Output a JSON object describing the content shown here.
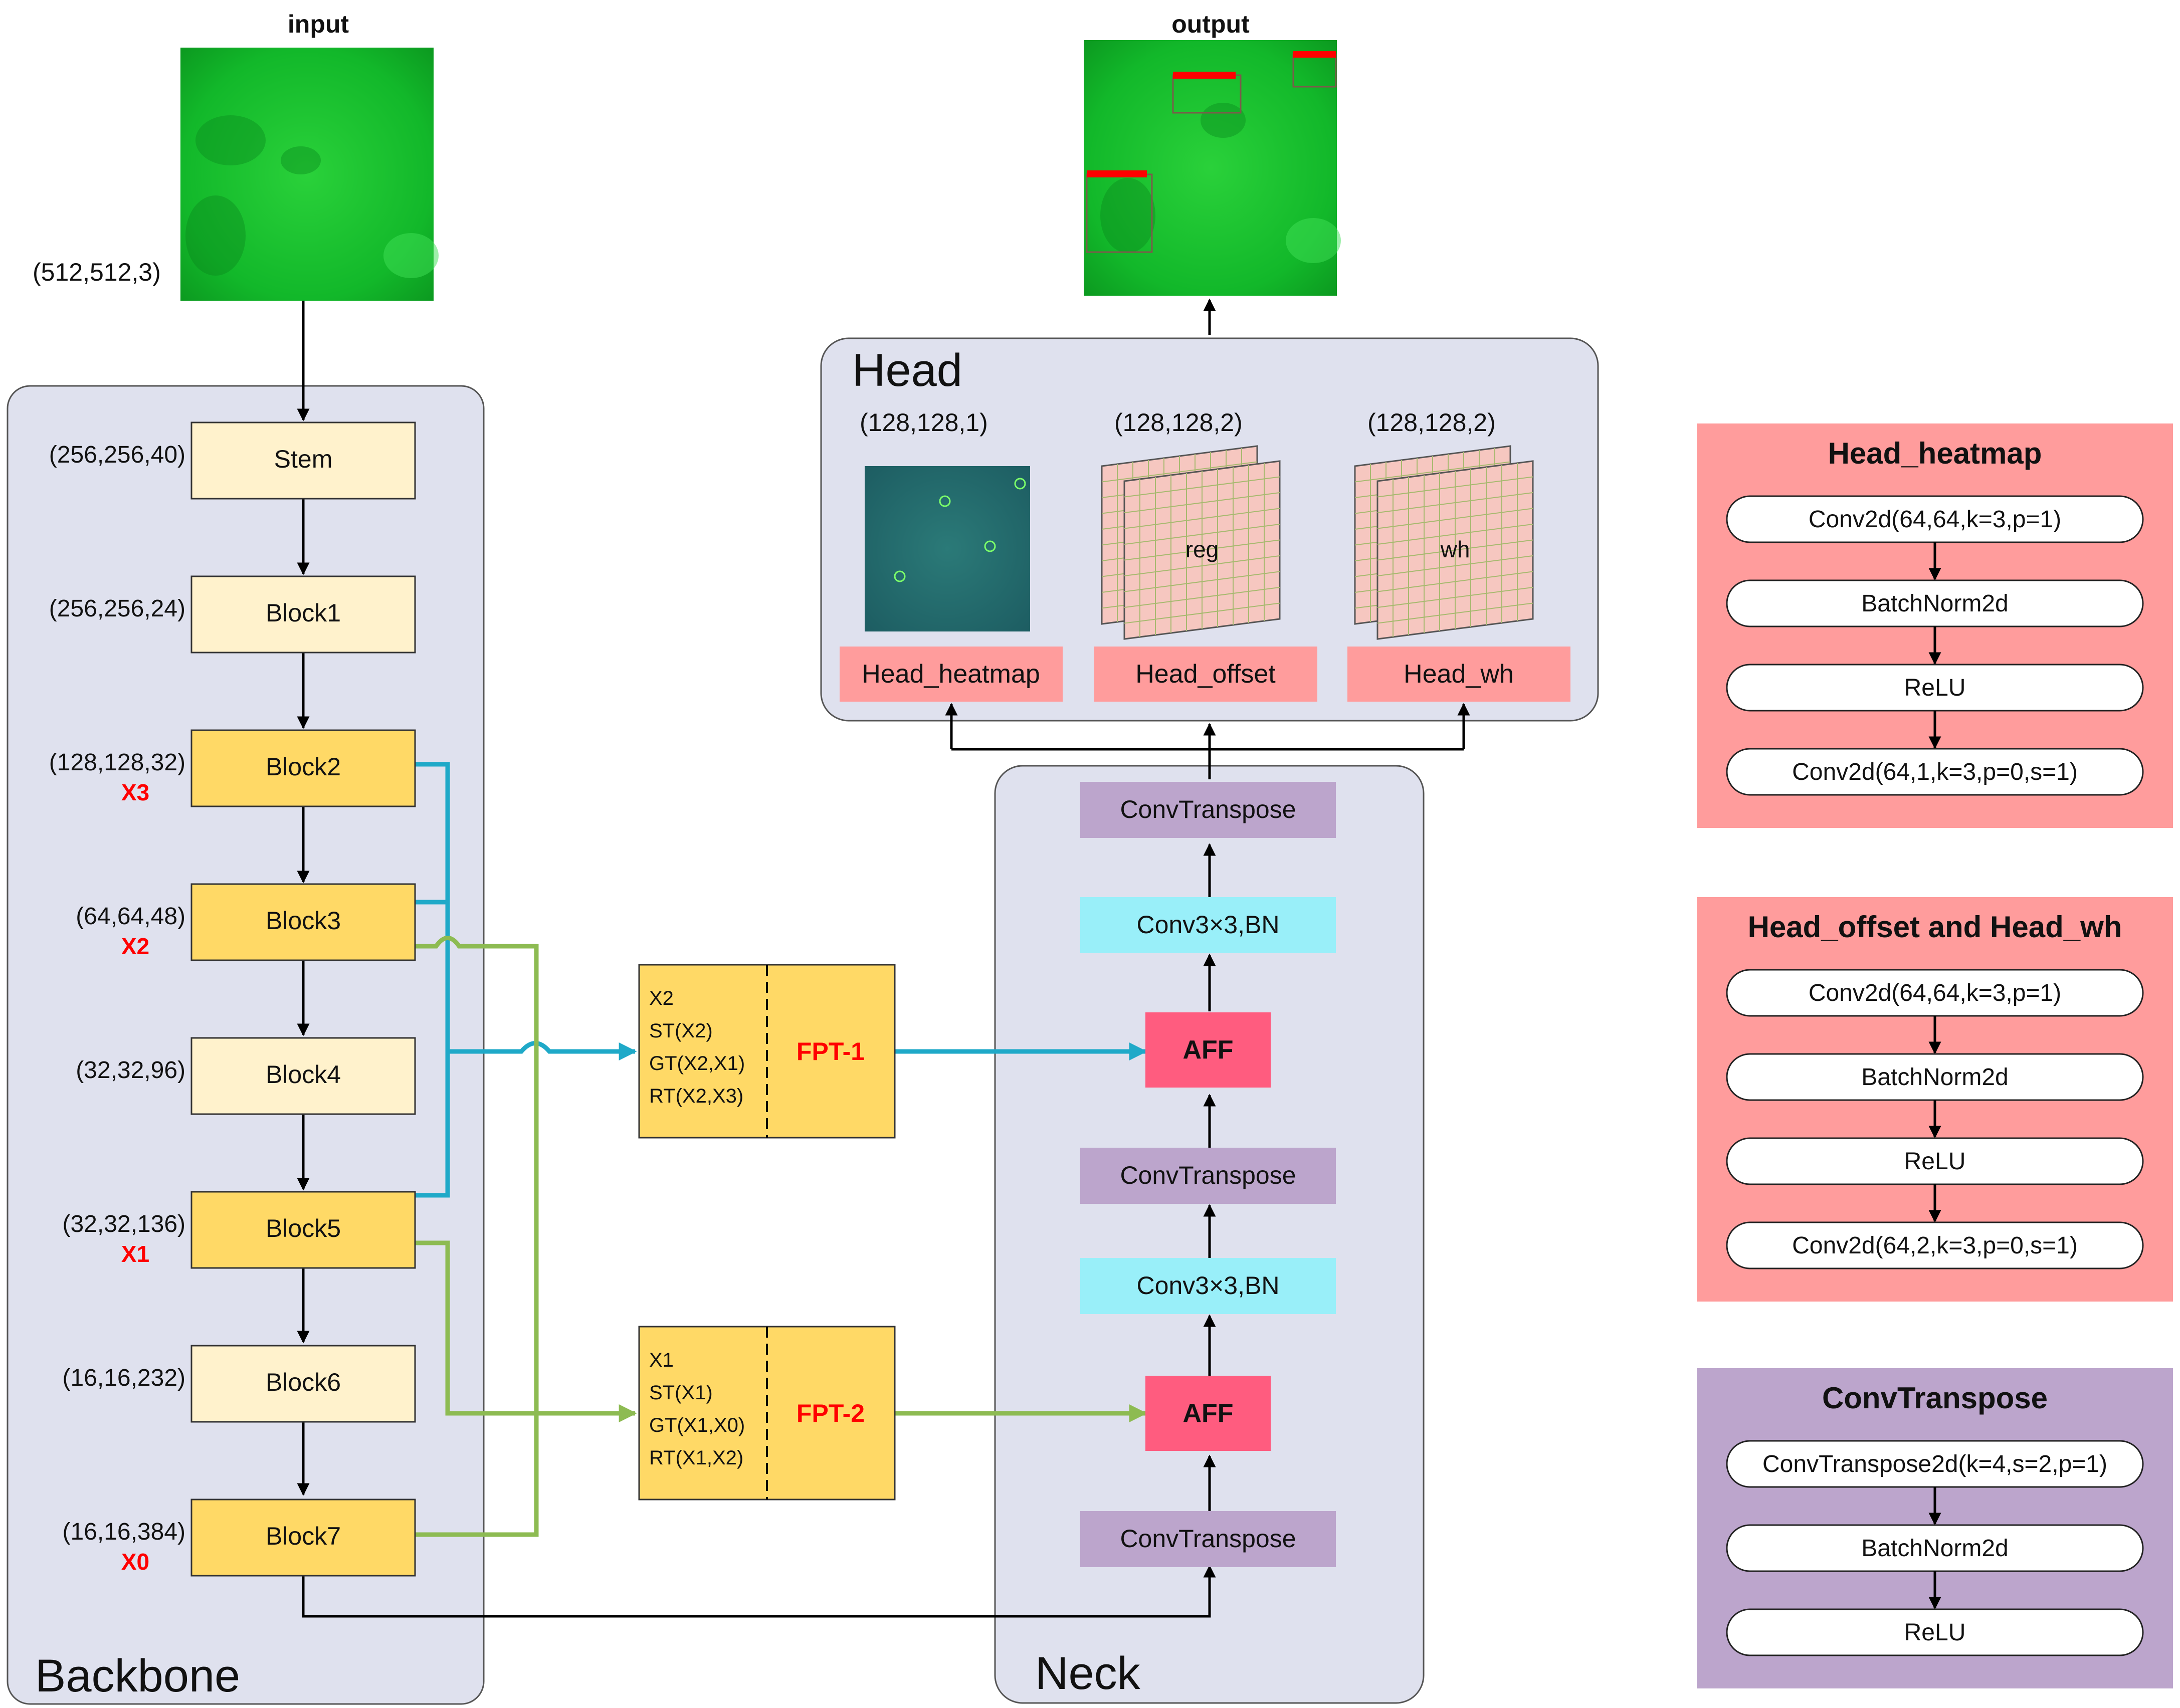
{
  "labels": {
    "input": "input",
    "output": "output",
    "input_shape": "(512,512,3)",
    "backbone": "Backbone",
    "neck": "Neck",
    "head": "Head"
  },
  "backbone": [
    {
      "name": "Stem",
      "shape": "(256,256,40)",
      "tag": "",
      "style": "light"
    },
    {
      "name": "Block1",
      "shape": "(256,256,24)",
      "tag": "",
      "style": "light"
    },
    {
      "name": "Block2",
      "shape": "(128,128,32)",
      "tag": "X3",
      "style": "dark"
    },
    {
      "name": "Block3",
      "shape": "(64,64,48)",
      "tag": "X2",
      "style": "dark"
    },
    {
      "name": "Block4",
      "shape": "(32,32,96)",
      "tag": "",
      "style": "light"
    },
    {
      "name": "Block5",
      "shape": "(32,32,136)",
      "tag": "X1",
      "style": "dark"
    },
    {
      "name": "Block6",
      "shape": "(16,16,232)",
      "tag": "",
      "style": "light"
    },
    {
      "name": "Block7",
      "shape": "(16,16,384)",
      "tag": "X0",
      "style": "dark"
    }
  ],
  "fpt": [
    {
      "name": "FPT-1",
      "lines": [
        "X2",
        "ST(X2)",
        "GT(X2,X1)",
        "RT(X2,X3)"
      ]
    },
    {
      "name": "FPT-2",
      "lines": [
        "X1",
        "ST(X1)",
        "GT(X1,X0)",
        "RT(X1,X2)"
      ]
    }
  ],
  "neck": [
    {
      "label": "ConvTranspose",
      "kind": "conv"
    },
    {
      "label": "Conv3×3,BN",
      "kind": "bn"
    },
    {
      "label": "AFF",
      "kind": "aff"
    },
    {
      "label": "ConvTranspose",
      "kind": "conv"
    },
    {
      "label": "Conv3×3,BN",
      "kind": "bn"
    },
    {
      "label": "AFF",
      "kind": "aff"
    },
    {
      "label": "ConvTranspose",
      "kind": "conv"
    }
  ],
  "head_outputs": [
    {
      "shape": "(128,128,1)",
      "name": "Head_heatmap",
      "map_label": ""
    },
    {
      "shape": "(128,128,2)",
      "name": "Head_offset",
      "map_label": "reg"
    },
    {
      "shape": "(128,128,2)",
      "name": "Head_wh",
      "map_label": "wh"
    }
  ],
  "legends": [
    {
      "title": "Head_heatmap",
      "items": [
        "Conv2d(64,64,k=3,p=1)",
        "BatchNorm2d",
        "ReLU",
        "Conv2d(64,1,k=3,p=0,s=1)"
      ]
    },
    {
      "title": "Head_offset and Head_wh",
      "items": [
        "Conv2d(64,64,k=3,p=1)",
        "BatchNorm2d",
        "ReLU",
        "Conv2d(64,2,k=3,p=0,s=1)"
      ]
    },
    {
      "title": "ConvTranspose",
      "items": [
        "ConvTranspose2d(k=4,s=2,p=1)",
        "BatchNorm2d",
        "ReLU"
      ]
    }
  ],
  "colors": {
    "panel": "#dfe1ee",
    "block_light": "#fff2cc",
    "block_dark": "#ffd966",
    "fpt": "#ffd966",
    "fpt_label": "#ff0000",
    "tag": "#ff0000",
    "neck_conv": "#bca5cc",
    "neck_bn": "#99eff9",
    "neck_aff": "#ff5c7f",
    "head_label": "#ff9c9c",
    "legend_red": "#ff9c9c",
    "legend_purple": "#bca5cc",
    "line_blue": "#1fa9c8",
    "line_green": "#8dbb52",
    "grid_fill": "#f6c7c0",
    "grid_line": "#a7b96f"
  }
}
